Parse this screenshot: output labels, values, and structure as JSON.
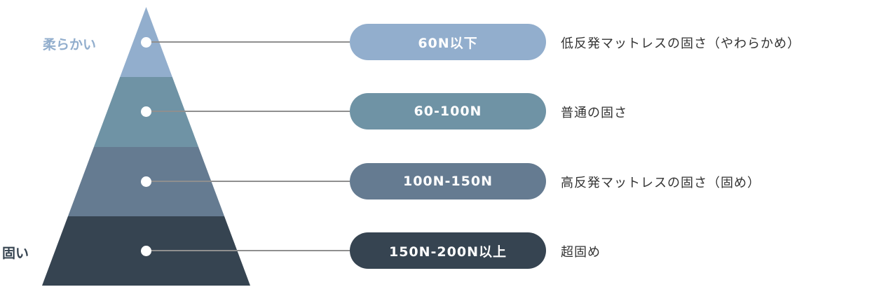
{
  "side_labels": {
    "soft": "柔らかい",
    "hard": "固い"
  },
  "colors": {
    "soft_label": "#92aecd",
    "hard_label": "#364451"
  },
  "levels": [
    {
      "range": "60N以下",
      "description": "低反発マットレスの固さ（やわらかめ）",
      "color": "#92aecd"
    },
    {
      "range": "60-100N",
      "description": "普通の固さ",
      "color": "#6f93a5"
    },
    {
      "range": "100N-150N",
      "description": "高反発マットレスの固さ（固め）",
      "color": "#657b91"
    },
    {
      "range": "150N-200N以上",
      "description": "超固め",
      "color": "#364451"
    }
  ]
}
